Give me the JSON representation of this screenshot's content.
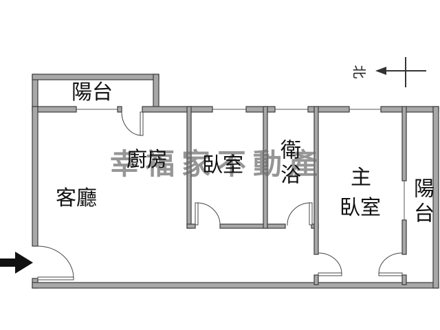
{
  "rooms": {
    "balcony_top": "陽台",
    "living_room": "客廳",
    "kitchen": "廚房",
    "bedroom": "臥室",
    "bathroom": "衛浴",
    "master_bedroom_line1": "主",
    "master_bedroom_line2": "臥室",
    "balcony_right": "陽台"
  },
  "compass": {
    "label": "北",
    "direction": "left"
  },
  "watermark": "幸福家不動產",
  "entrance": {
    "icon": "arrow-right-icon"
  },
  "colors": {
    "wall_fill": "#a8a8a8",
    "wall_stroke": "#3a3a3a",
    "background": "#ffffff"
  }
}
